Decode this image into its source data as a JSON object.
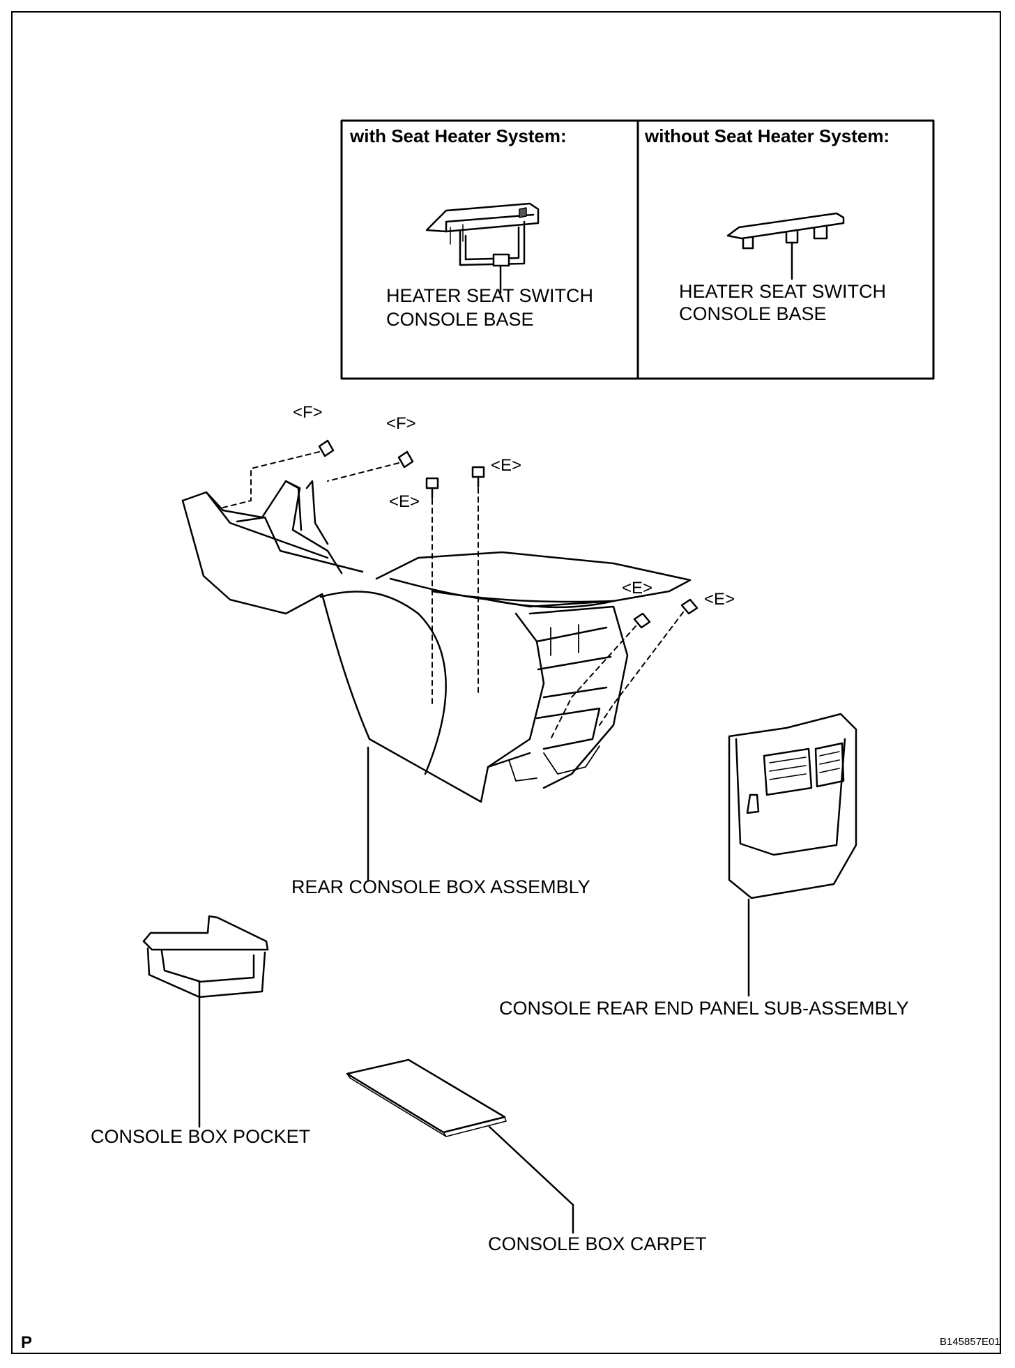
{
  "variant_box": {
    "with_header": "with Seat Heater System:",
    "without_header": "without Seat Heater System:",
    "with_part_line1": "HEATER SEAT SWITCH",
    "with_part_line2": "CONSOLE BASE",
    "without_part_line1": "HEATER SEAT SWITCH",
    "without_part_line2": "CONSOLE BASE"
  },
  "fasteners": {
    "f1": "<F>",
    "f2": "<F>",
    "e1": "<E>",
    "e2": "<E>",
    "e3": "<E>",
    "e4": "<E>"
  },
  "parts": {
    "rear_console_box": "REAR CONSOLE BOX ASSEMBLY",
    "rear_end_panel": "CONSOLE REAR END PANEL SUB-ASSEMBLY",
    "box_pocket": "CONSOLE BOX POCKET",
    "box_carpet": "CONSOLE BOX CARPET"
  },
  "footer": {
    "page_mark": "P",
    "figure_code": "B145857E01"
  }
}
